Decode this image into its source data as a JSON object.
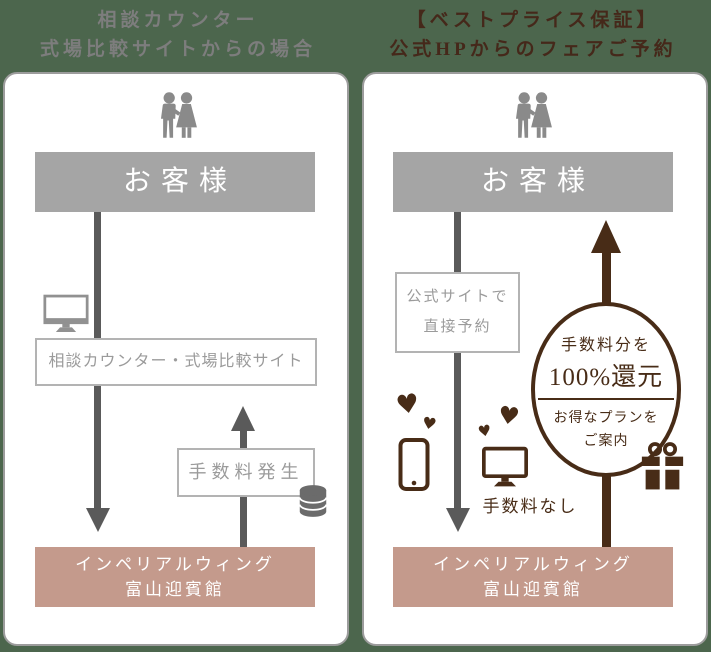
{
  "colors": {
    "background_green": "#4c664d",
    "panel_border_gray": "#9c9c9c",
    "header_gray": "#7d7d7d",
    "header_brown": "#45281a",
    "customer_bar_gray": "#a5a5a5",
    "arrow_gray": "#5a5a5a",
    "accent_brown": "#482c17",
    "venue_pink": "#c49a8c",
    "box_text_gray": "#9b9b9b"
  },
  "icons": {
    "heart": "♥"
  },
  "left": {
    "header_line1": "相談カウンター",
    "header_line2": "式場比較サイトからの場合",
    "customer_label": "お客様",
    "via_box_label": "相談カウンター・式場比較サイト",
    "fee_box_label": "手数料発生",
    "venue_line1": "インペリアルウィング",
    "venue_line2": "富山迎賓館"
  },
  "right": {
    "header_line1": "【ベストプライス保証】",
    "header_line2": "公式HPからのフェアご予約",
    "customer_label": "お客様",
    "booking_box_line1": "公式サイトで",
    "booking_box_line2": "直接予約",
    "badge_line1": "手数料分を",
    "badge_line2": "100%還元",
    "badge_line3": "お得なプランを",
    "badge_line4": "ご案内",
    "no_fee_label": "手数料なし",
    "venue_line1": "インペリアルウィング",
    "venue_line2": "富山迎賓館"
  }
}
